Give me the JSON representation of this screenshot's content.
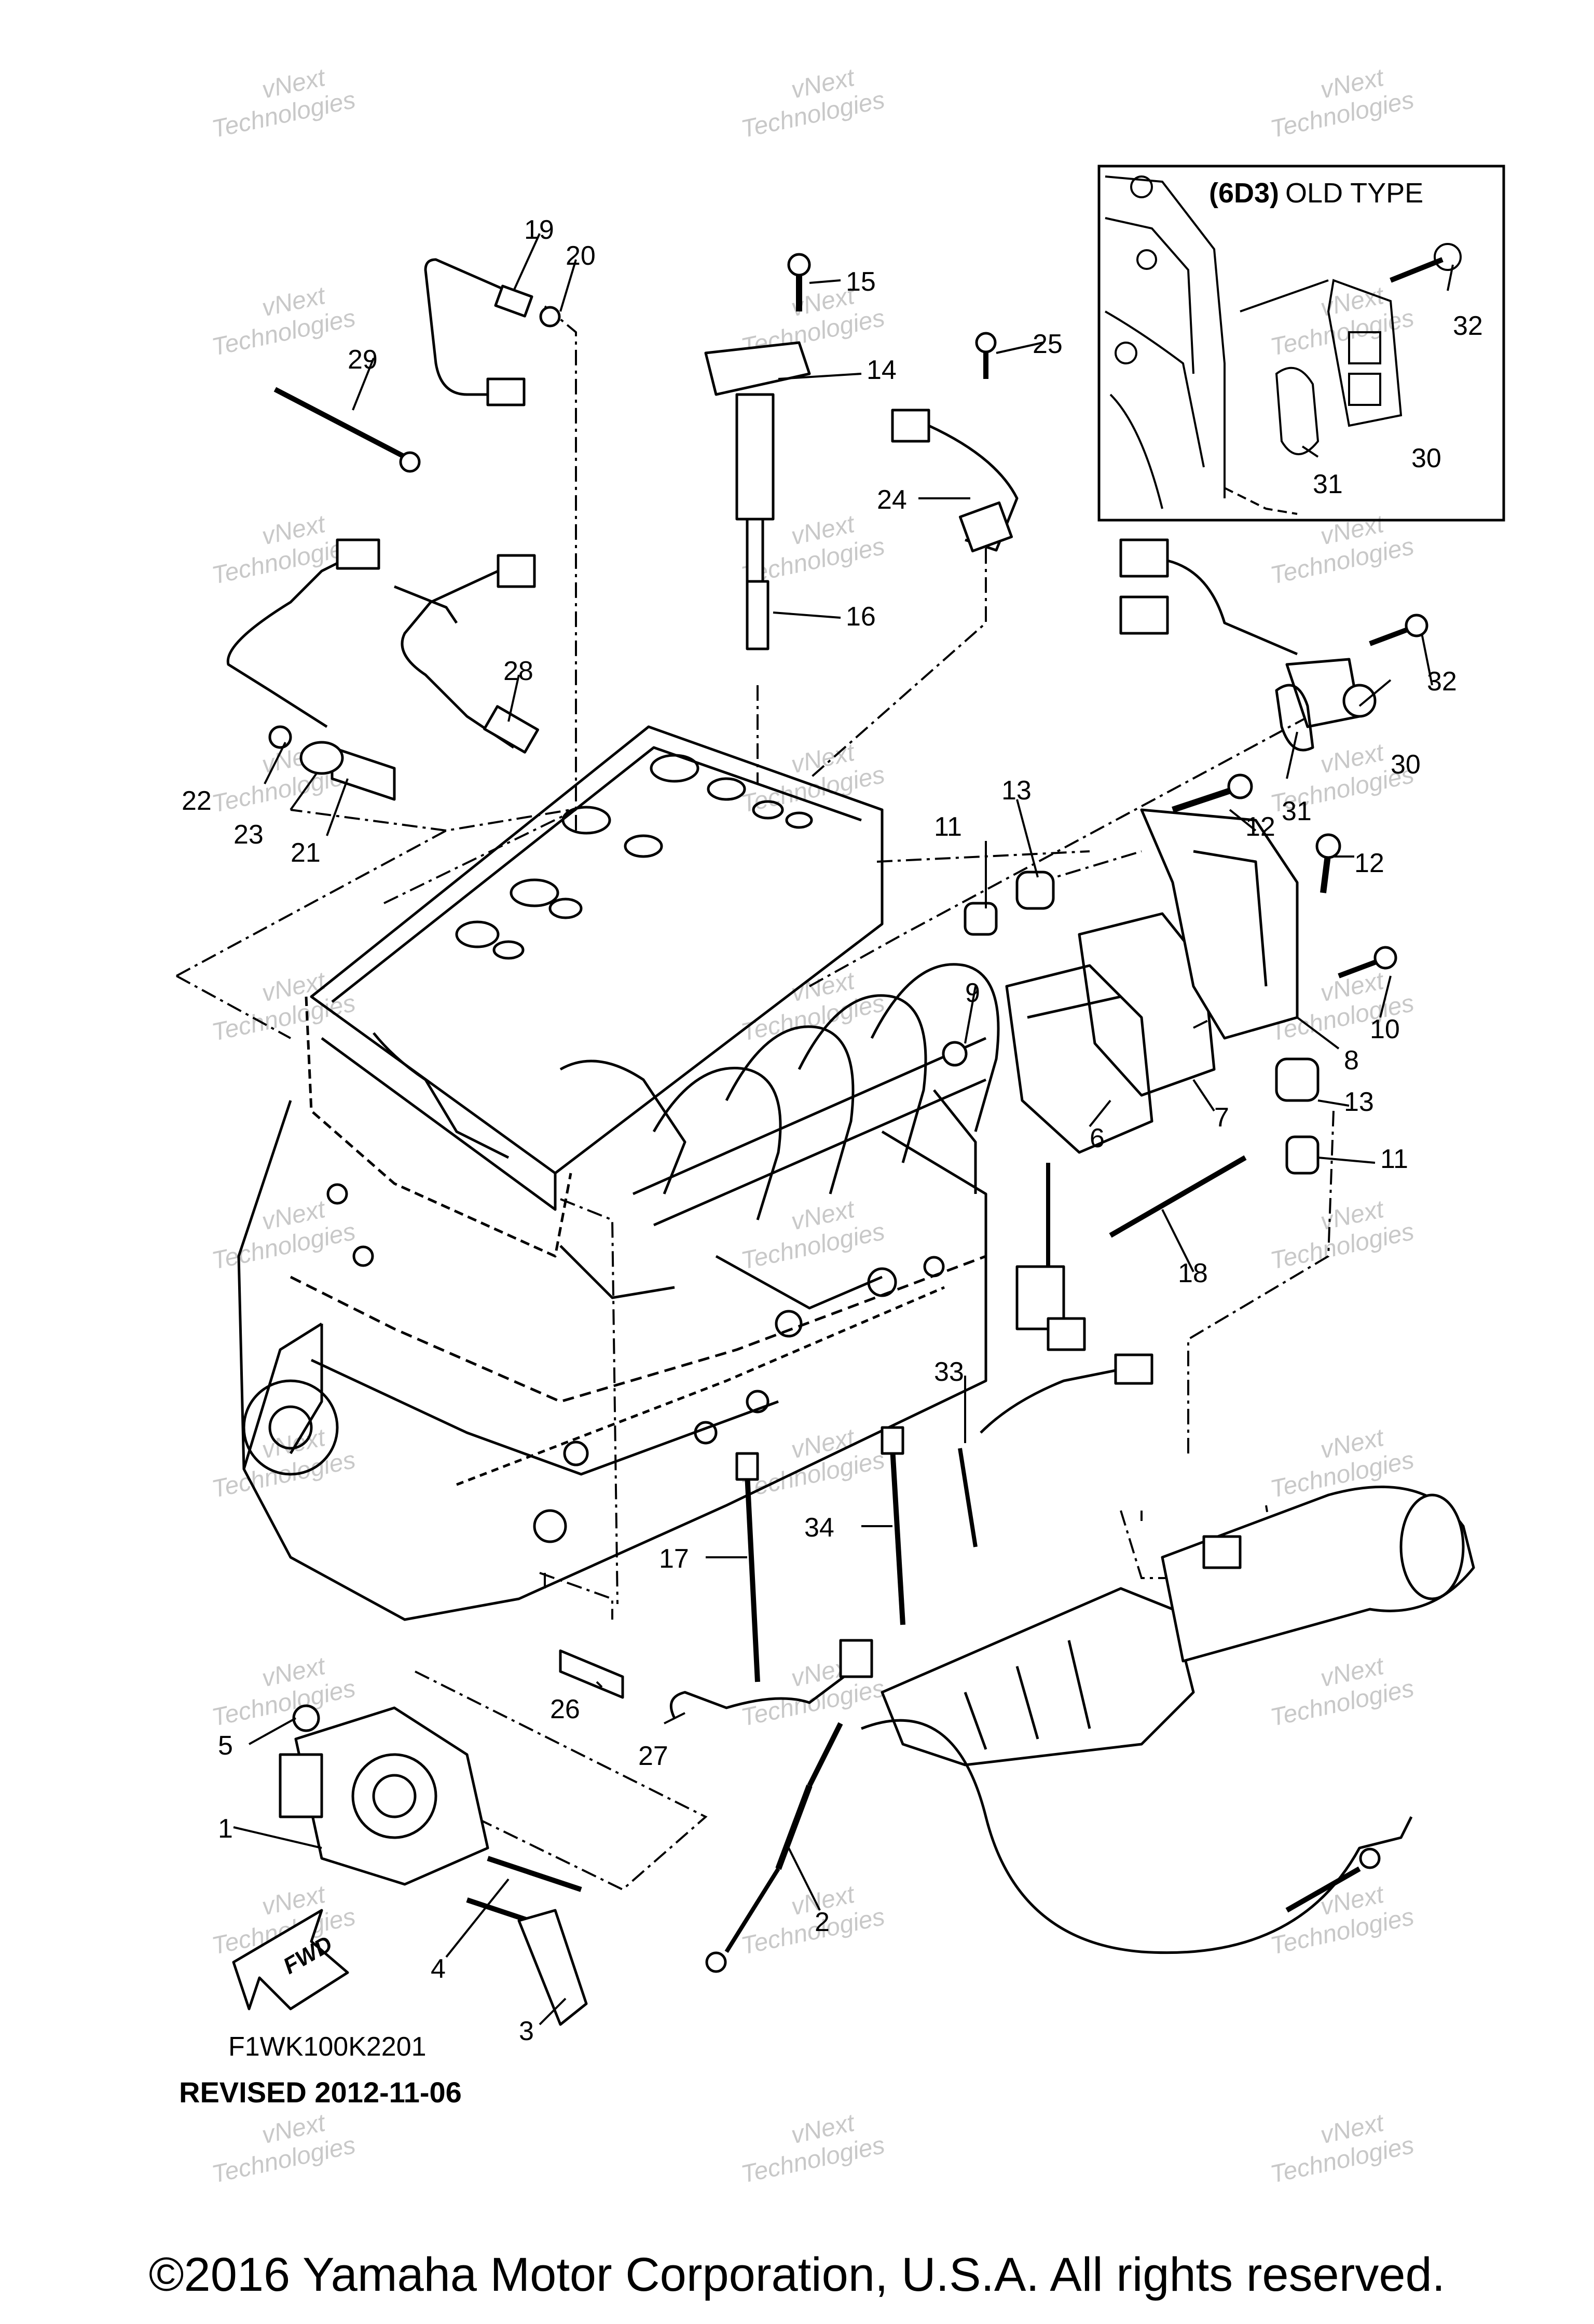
{
  "watermark": {
    "line1": "vNext",
    "line2": "Technologies"
  },
  "inset": {
    "code": "(6D3)",
    "label": "OLD TYPE"
  },
  "callouts": [
    "1",
    "2",
    "3",
    "4",
    "5",
    "6",
    "7",
    "8",
    "9",
    "10",
    "11",
    "11",
    "12",
    "12",
    "13",
    "13",
    "14",
    "15",
    "16",
    "17",
    "18",
    "19",
    "20",
    "21",
    "22",
    "23",
    "24",
    "25",
    "26",
    "27",
    "28",
    "29",
    "30",
    "30",
    "31",
    "31",
    "32",
    "32",
    "33",
    "34"
  ],
  "fwd_label": "FWD",
  "diagram_code": "F1WK100K2201",
  "revised": "REVISED 2012-11-06",
  "copyright": "©2016 Yamaha Motor Corporation, U.S.A. All rights reserved."
}
